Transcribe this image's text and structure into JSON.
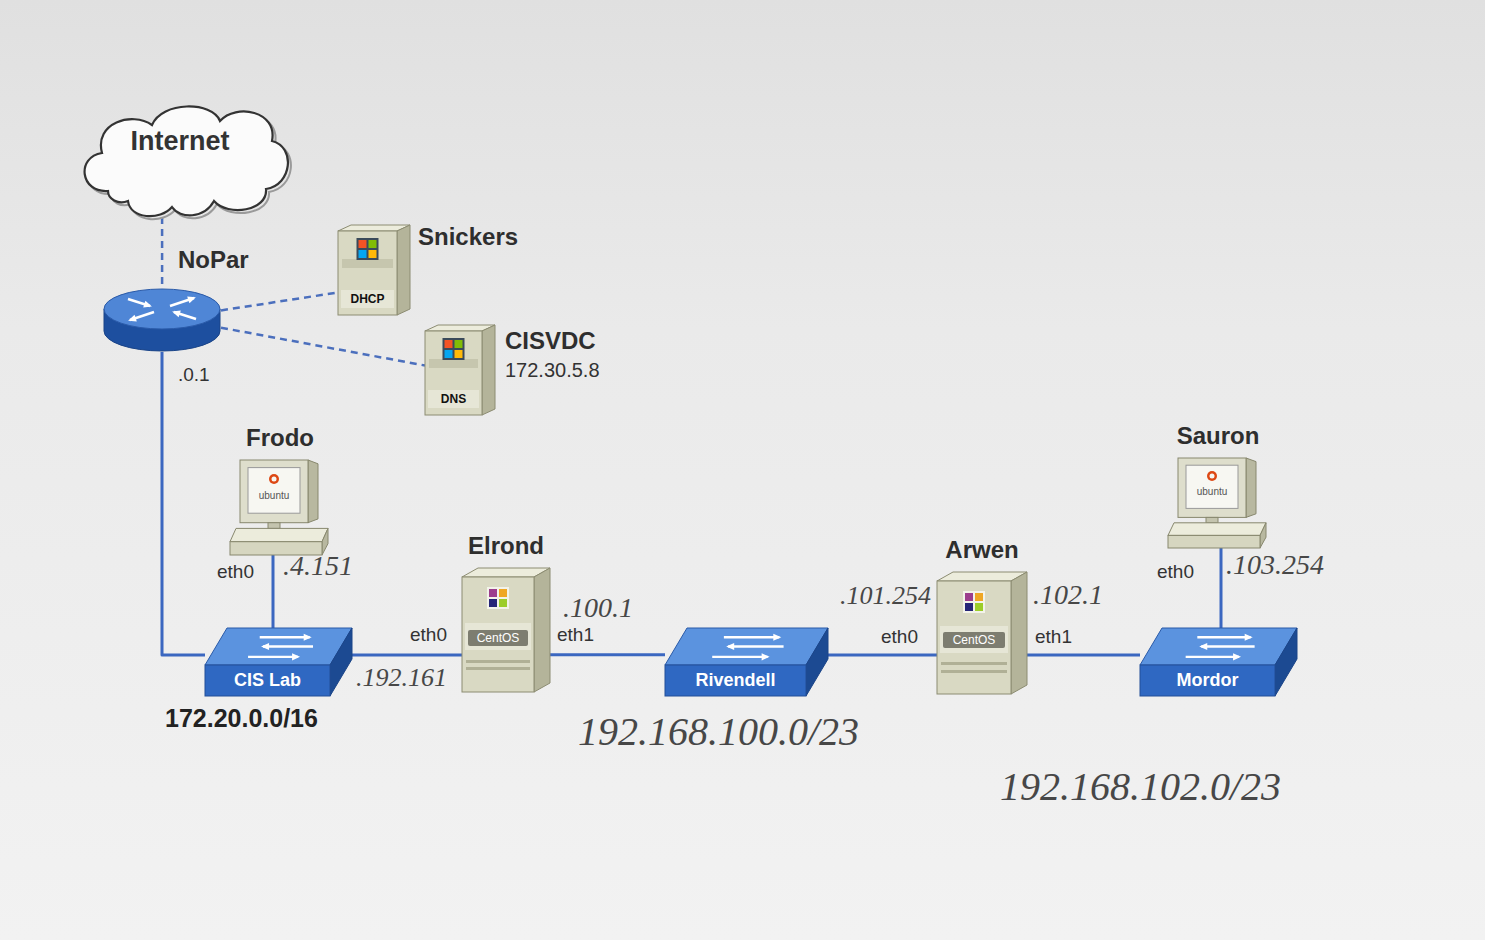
{
  "diagram": {
    "nodes": [
      {
        "text": [
          "Internet"
        ]
      },
      {
        "text": [
          "NoPar"
        ]
      },
      {
        "text": [
          "Snickers",
          "DHCP"
        ]
      },
      {
        "text": [
          "CISVDC",
          "172.30.5.8",
          "DNS"
        ]
      },
      {
        "text": [
          "Frodo",
          "ubuntu"
        ]
      },
      {
        "text": [
          "Sauron",
          "ubuntu"
        ]
      },
      {
        "text": [
          "Elrond",
          "CentOS"
        ]
      },
      {
        "text": [
          "Arwen",
          "CentOS"
        ]
      },
      {
        "text": [
          "CIS Lab"
        ]
      },
      {
        "text": [
          "Rivendell"
        ]
      },
      {
        "text": [
          "Mordor"
        ]
      }
    ],
    "edges": [
      {
        "from": 0,
        "to": 1,
        "arrow": "none"
      },
      {
        "from": 1,
        "to": 2,
        "arrow": "none"
      },
      {
        "from": 1,
        "to": 3,
        "arrow": "none"
      },
      {
        "from": 1,
        "to": 8,
        "label": ".0.1",
        "arrow": "none"
      },
      {
        "from": 4,
        "to": 8,
        "arrow": "none"
      },
      {
        "from": 8,
        "to": 6,
        "arrow": "none"
      },
      {
        "from": 6,
        "to": 9,
        "arrow": "none"
      },
      {
        "from": 9,
        "to": 7,
        "arrow": "none"
      },
      {
        "from": 7,
        "to": 10,
        "arrow": "none"
      },
      {
        "from": 5,
        "to": 10,
        "arrow": "none"
      }
    ],
    "labels": [
      "172.20.0.0/16",
      "eth0",
      ".4.151",
      "eth0",
      ".192.161",
      ".100.1",
      "eth1",
      "192.168.100.0/23",
      ".101.254",
      ".102.1",
      "eth0",
      "eth1",
      "eth0",
      ".103.254",
      "192.168.102.0/23"
    ]
  }
}
